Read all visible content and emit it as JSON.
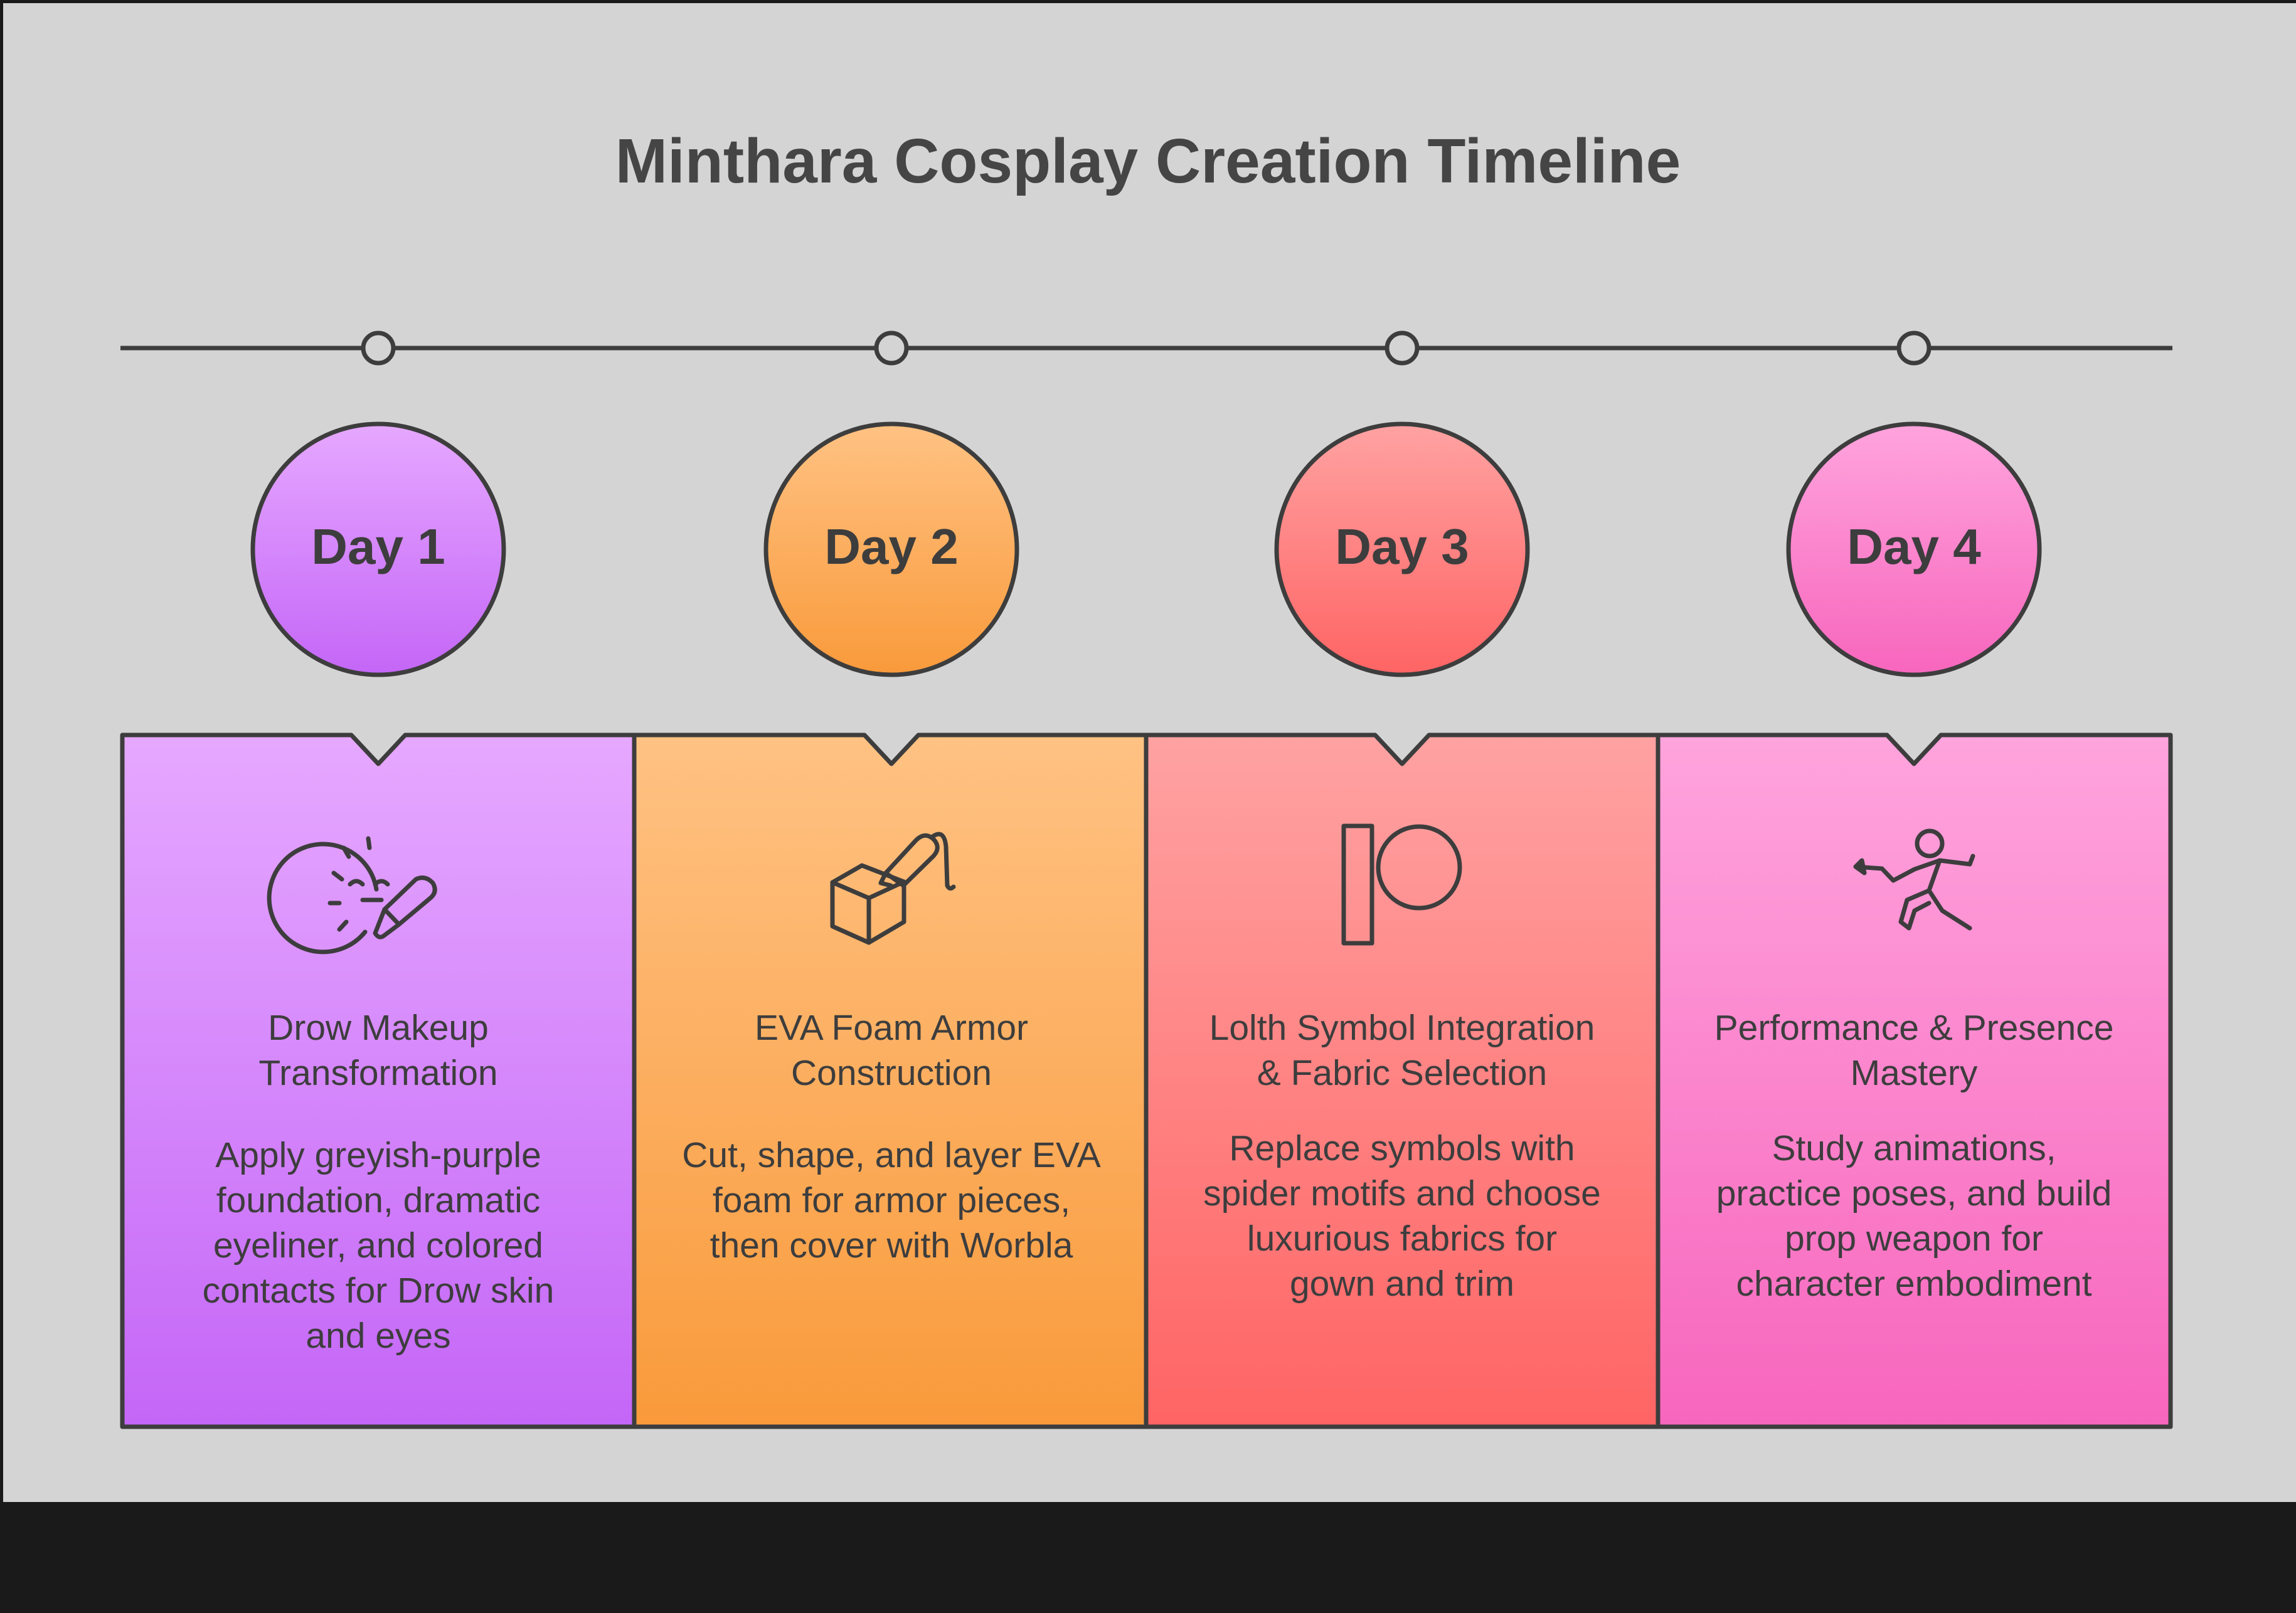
{
  "title": "Minthara Cosplay Creation Timeline",
  "colors": {
    "background": "#d4d4d4",
    "stroke": "#3d3d3d",
    "purple_top": "#e6a8ff",
    "purple_bottom": "#c466f7",
    "orange_top": "#ffc283",
    "orange_bottom": "#f99a3b",
    "red_top": "#ffa2a2",
    "red_bottom": "#ff6464",
    "pink_top": "#ffa4dd",
    "pink_bottom": "#f766bd"
  },
  "steps": [
    {
      "day": "Day 1",
      "icon": "makeup-face-brush-icon",
      "heading": [
        "Drow Makeup",
        "Transformation"
      ],
      "description": [
        "Apply greyish-purple",
        "foundation, dramatic",
        "eyeliner, and colored",
        "contacts for Drow skin",
        "and eyes"
      ]
    },
    {
      "day": "Day 2",
      "icon": "foam-cutting-tool-icon",
      "heading": [
        "EVA Foam Armor",
        "Construction"
      ],
      "description": [
        "Cut, shape, and layer EVA",
        "foam for armor pieces,",
        "then cover with Worbla"
      ]
    },
    {
      "day": "Day 3",
      "icon": "patreon-symbol-icon",
      "heading": [
        "Lolth Symbol Integration",
        "& Fabric Selection"
      ],
      "description": [
        "Replace symbols with",
        "spider motifs and choose",
        "luxurious fabrics for",
        "gown and trim"
      ]
    },
    {
      "day": "Day 4",
      "icon": "fencer-pose-icon",
      "heading": [
        "Performance & Presence",
        "Mastery"
      ],
      "description": [
        "Study animations,",
        "practice poses, and build",
        "prop weapon for",
        "character embodiment"
      ]
    }
  ]
}
